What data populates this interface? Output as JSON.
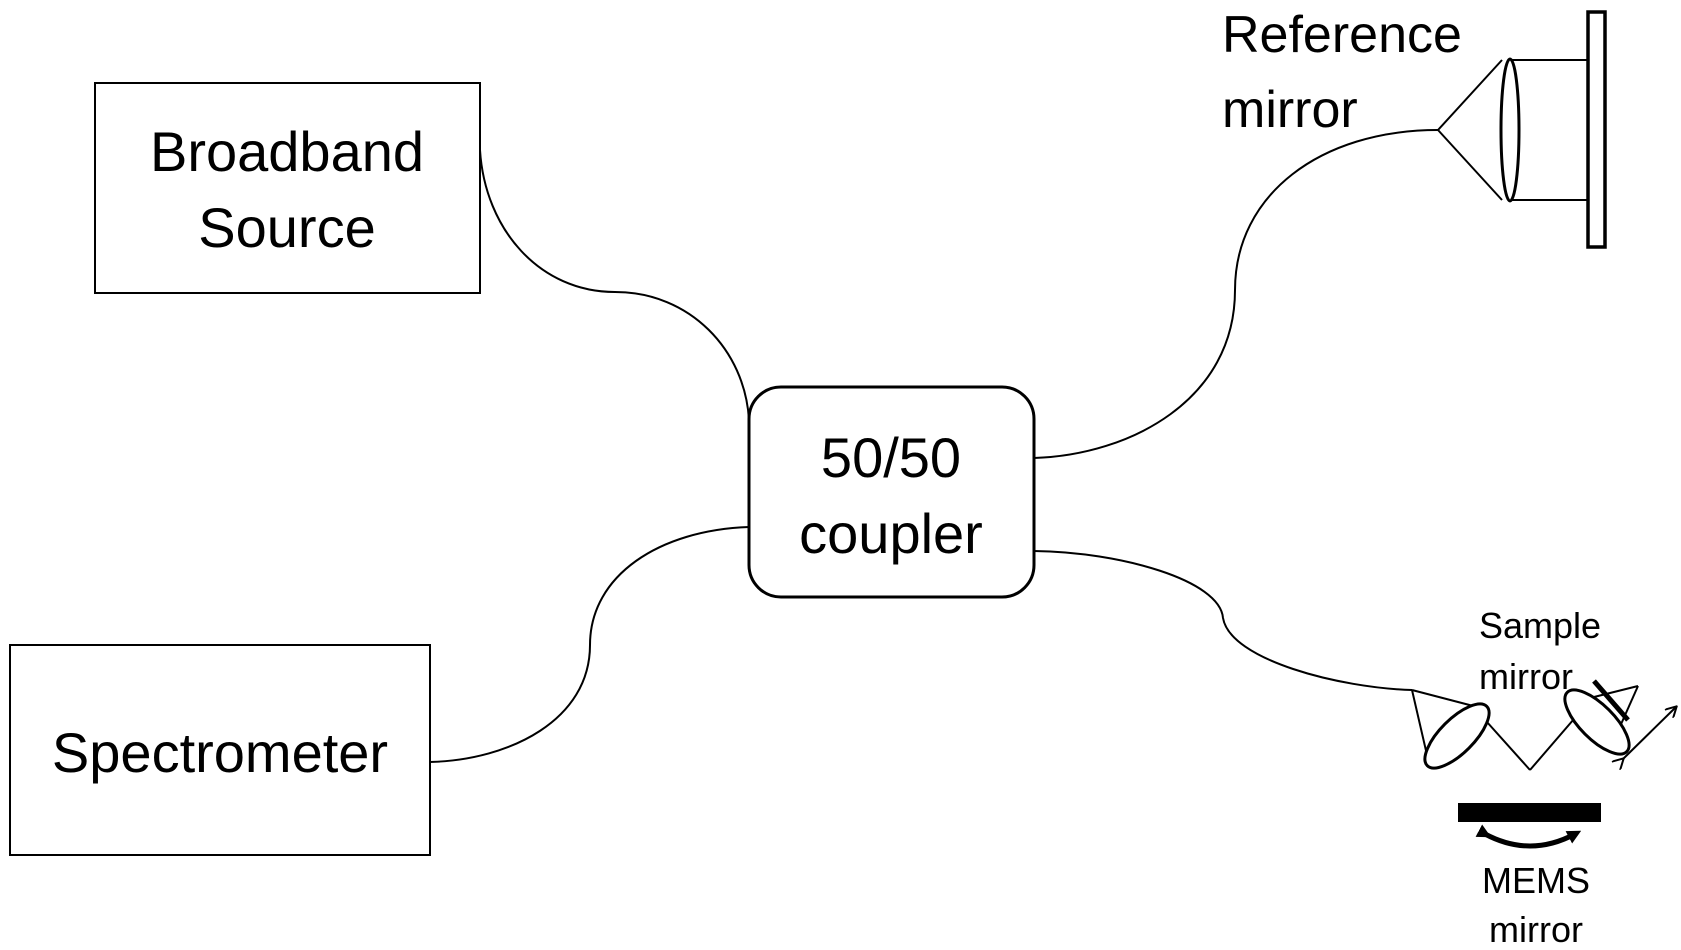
{
  "broadband_source": {
    "line1": "Broadband",
    "line2": "Source"
  },
  "coupler": {
    "line1": "50/50",
    "line2": "coupler"
  },
  "spectrometer": {
    "label": "Spectrometer"
  },
  "reference_mirror": {
    "line1": "Reference",
    "line2": "mirror"
  },
  "sample_mirror": {
    "line1": "Sample",
    "line2": "mirror"
  },
  "mems_mirror": {
    "line1": "MEMS",
    "line2": "mirror"
  }
}
